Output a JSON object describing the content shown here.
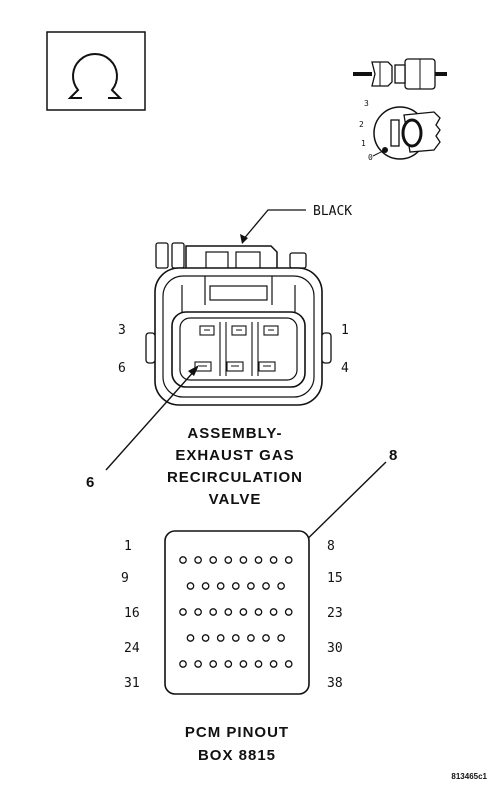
{
  "icons": {
    "ohm_symbol": "ohm-icon",
    "connector": "connector-icon",
    "ignition_key": "ignition-key-icon"
  },
  "ignition_positions": [
    "3",
    "2",
    "1",
    "0"
  ],
  "wire_color_label": "BLACK",
  "egr_connector": {
    "title_lines": [
      "ASSEMBLY-",
      "EXHAUST GAS",
      "RECIRCULATION",
      "VALVE"
    ],
    "pin_labels_left": [
      "3",
      "6"
    ],
    "pin_labels_right": [
      "1",
      "4"
    ],
    "callout": "6"
  },
  "pcm": {
    "title_lines": [
      "PCM PINOUT",
      "BOX 8815"
    ],
    "callout": "8",
    "row_labels_left": [
      "1",
      "9",
      "16",
      "24",
      "31"
    ],
    "row_labels_right": [
      "8",
      "15",
      "23",
      "30",
      "38"
    ]
  },
  "figure_ref": "813465c1"
}
